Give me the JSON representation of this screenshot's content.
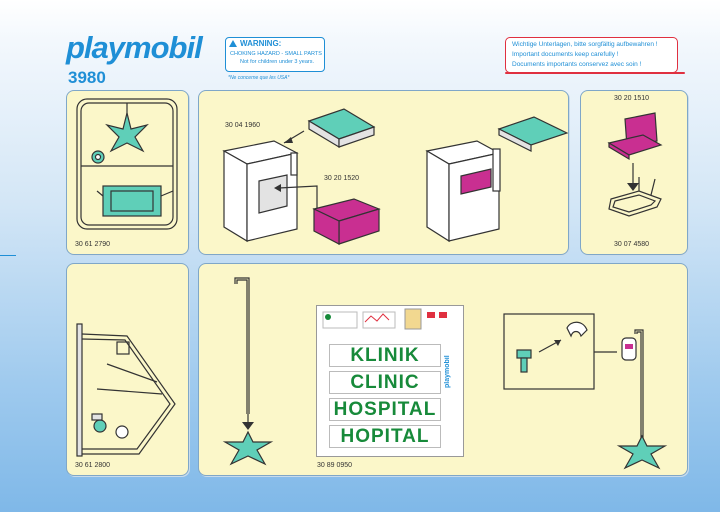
{
  "header": {
    "brand": "playmobil",
    "set_number": "3980",
    "warning_title": "WARNING:",
    "warning_line1": "CHOKING HAZARD - SMALL PARTS",
    "warning_line2": "Not for children under 3 years.",
    "warning_note": "*Ne concerne que les USA*",
    "doc_line1": "Wichtige Unterlagen, bitte sorgfältig aufbewahren !",
    "doc_line2": "Important documents keep carefully !",
    "doc_line3": "Documents importants conservez avec soin !"
  },
  "panels": {
    "sprue": {
      "part_number": "30 61 2790"
    },
    "cabinet": {
      "part_top": "30 04 1960",
      "part_drawer": "30 20 1520"
    },
    "chair": {
      "part_top": "30 20 1510",
      "part_bottom": "30 07 4580"
    },
    "frame": {
      "part_number": "30 61 2800"
    },
    "iv_stand": {
      "part_number": "30 89 0950"
    }
  },
  "sticker_sheet": {
    "labels": [
      "KLINIK",
      "CLINIC",
      "HOSPITAL",
      "HOPITAL"
    ],
    "side_brand": "playmobil"
  },
  "colors": {
    "teal": "#5fcfb8",
    "magenta": "#c92f91",
    "brand_blue": "#1f8fd6",
    "panel_bg": "#fbf7c9",
    "sticker_green": "#178a3a"
  }
}
